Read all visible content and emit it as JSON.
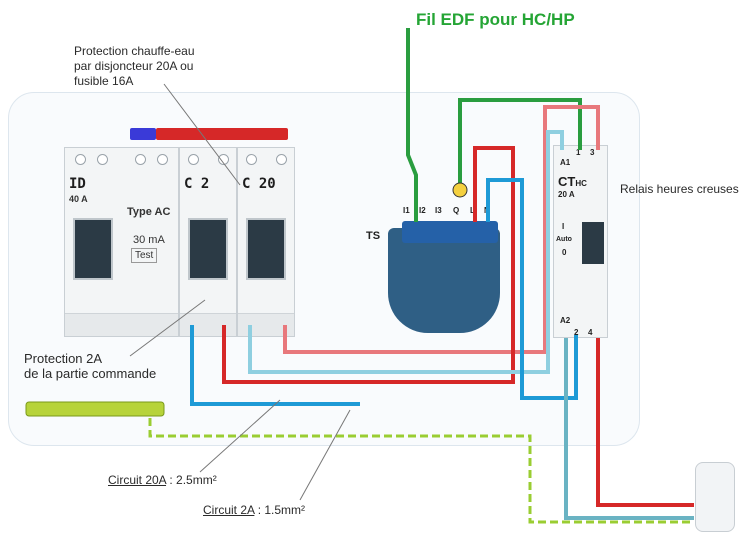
{
  "title": "Fil EDF pour HC/HP",
  "annotations": {
    "protection_chauffe_eau": [
      "Protection chauffe-eau",
      "par disjoncteur 20A ou",
      "fusible 16A"
    ],
    "protection_2a": [
      "Protection 2A",
      "de la partie commande"
    ],
    "relais": "Relais heures creuses",
    "circuit_20a_label": "Circuit 20A",
    "circuit_20a_value": ":  2.5mm²",
    "circuit_2a_label": "Circuit 2A",
    "circuit_2a_value": ":  1.5mm²"
  },
  "breakers": {
    "id": {
      "name": "ID",
      "rating": "40 A",
      "type": "Type AC",
      "sens": "30 mA",
      "test": "Test"
    },
    "c2": {
      "name": "C 2"
    },
    "c20": {
      "name": "C 20"
    }
  },
  "module": {
    "ts": "TS",
    "terminals": [
      "I1",
      "I2",
      "I3",
      "Q",
      "L",
      "N"
    ]
  },
  "relay": {
    "name": "CT",
    "sub": "HC",
    "rating": "20 A",
    "pos_i": "I",
    "pos_auto": "Auto",
    "pos_0": "0",
    "top_terms": [
      "A1",
      "1",
      "3"
    ],
    "bot_terms": [
      "A2",
      "2",
      "4"
    ]
  },
  "colors": {
    "green": "#2a9d3f",
    "red": "#d62828",
    "blue": "#1e9ad6",
    "pink": "#e8787c",
    "lightblue": "#8fcfe0",
    "earth": "#9acd32"
  }
}
